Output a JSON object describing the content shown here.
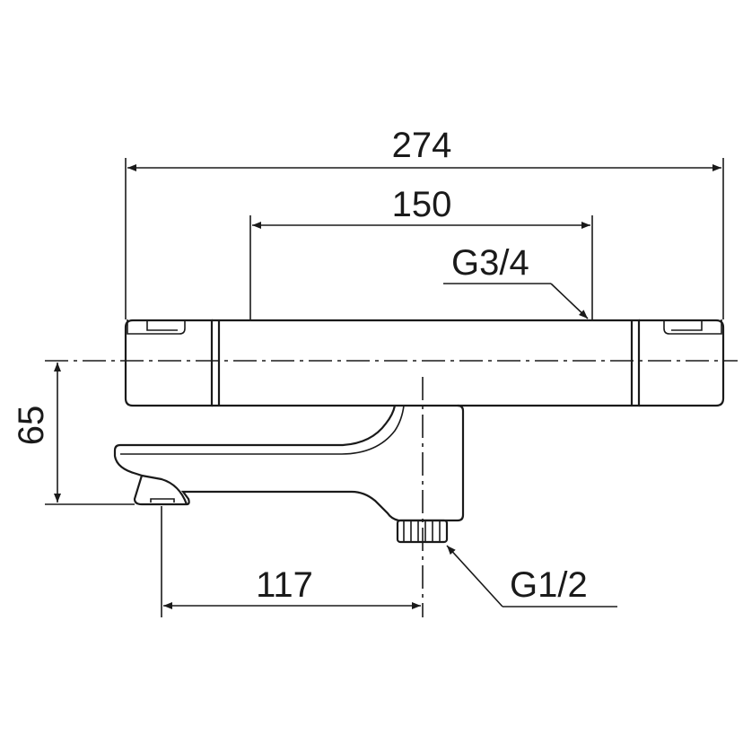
{
  "dimensions": {
    "overall_width": "274",
    "inlet_center_distance": "150",
    "height_to_spout": "65",
    "spout_to_outlet": "117"
  },
  "threads": {
    "inlet": "G3/4",
    "outlet": "G1/2"
  },
  "colors": {
    "line": "#1a1a1a",
    "background": "#ffffff"
  }
}
